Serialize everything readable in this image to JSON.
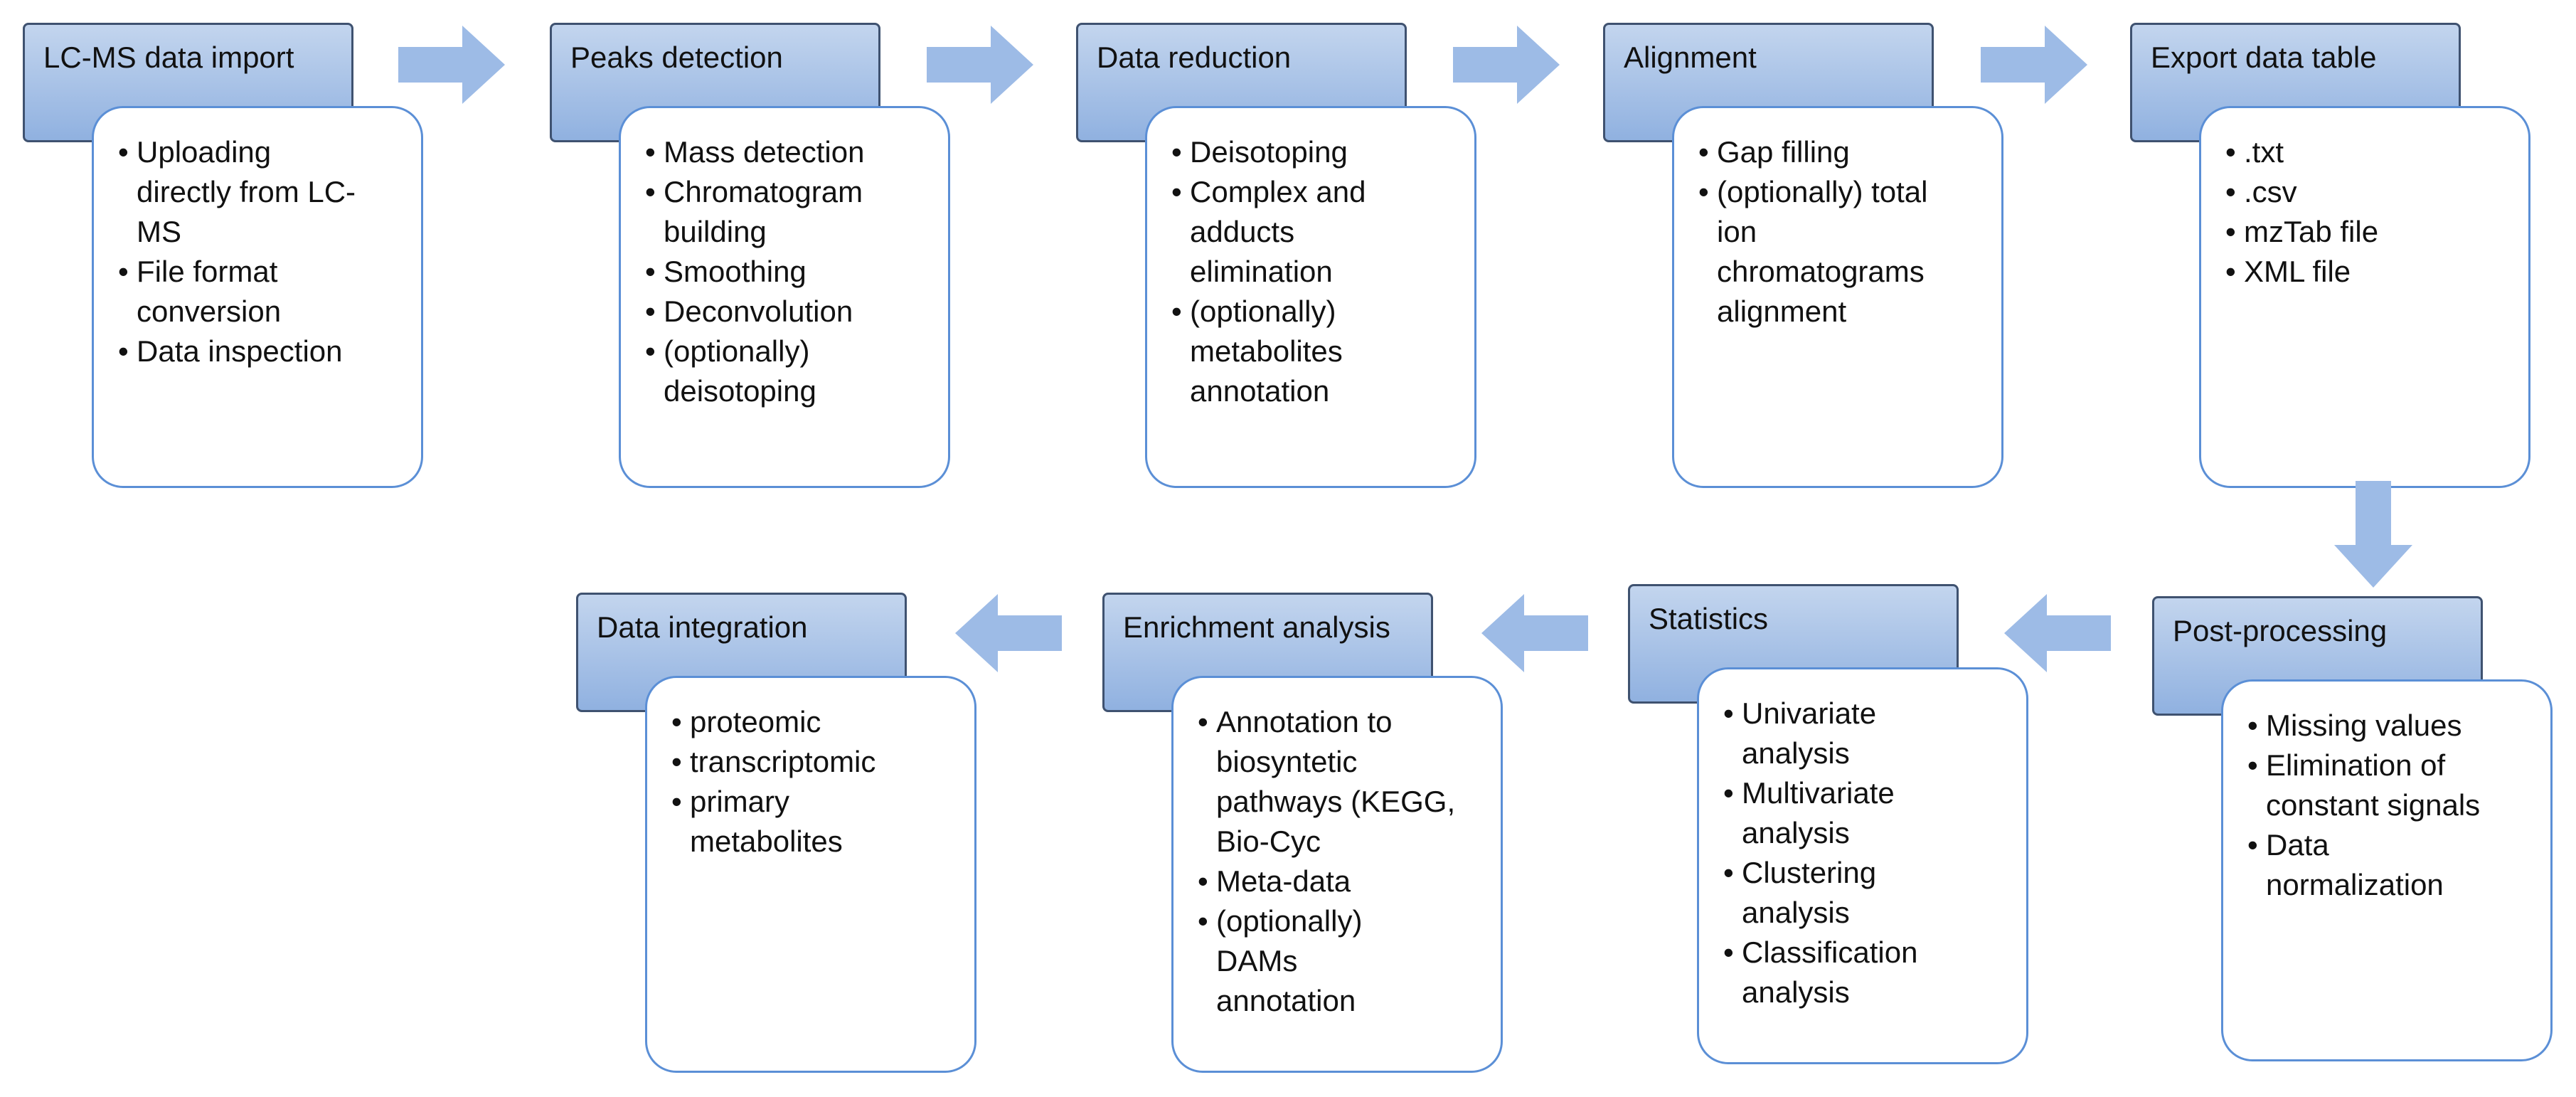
{
  "colors": {
    "title_fill_top": "#c3d5ee",
    "title_fill_bottom": "#90b1e0",
    "title_border": "#3f5270",
    "content_border": "#5b8fd6",
    "arrow_fill": "#9dbbe6"
  },
  "steps": [
    {
      "title": "LC-MS data import",
      "items": [
        [
          "Uploading",
          "directly from LC-",
          "MS"
        ],
        [
          "File format",
          "conversion"
        ],
        [
          "Data inspection"
        ]
      ]
    },
    {
      "title": "Peaks detection",
      "items": [
        [
          "Mass detection"
        ],
        [
          "Chromatogram",
          "building"
        ],
        [
          "Smoothing"
        ],
        [
          "Deconvolution"
        ],
        [
          "(optionally)",
          "deisotoping"
        ]
      ]
    },
    {
      "title": "Data reduction",
      "items": [
        [
          "Deisotoping"
        ],
        [
          "Complex and",
          "adducts",
          "elimination"
        ],
        [
          "(optionally)",
          "metabolites",
          "annotation"
        ]
      ]
    },
    {
      "title": "Alignment",
      "items": [
        [
          "Gap filling"
        ],
        [
          "(optionally) total",
          "ion",
          "chromatograms",
          "alignment"
        ]
      ]
    },
    {
      "title": "Export data table",
      "items": [
        [
          ".txt"
        ],
        [
          ".csv"
        ],
        [
          "mzTab file"
        ],
        [
          "XML file"
        ]
      ]
    },
    {
      "title": "Post-processing",
      "items": [
        [
          "Missing values"
        ],
        [
          "Elimination of",
          "constant signals"
        ],
        [
          "Data",
          "normalization"
        ]
      ]
    },
    {
      "title": "Statistics",
      "items": [
        [
          "Univariate",
          "analysis"
        ],
        [
          "Multivariate",
          "analysis"
        ],
        [
          "Clustering",
          "analysis"
        ],
        [
          "Classification",
          "analysis"
        ]
      ]
    },
    {
      "title": "Enrichment analysis",
      "items": [
        [
          "Annotation to",
          "biosyntetic",
          "pathways (KEGG,",
          "Bio-Cyc"
        ],
        [
          "Meta-data"
        ],
        [
          "(optionally)",
          "DAMs",
          "annotation"
        ]
      ]
    },
    {
      "title": "Data integration",
      "items": [
        [
          "proteomic"
        ],
        [
          "transcriptomic"
        ],
        [
          "primary",
          "metabolites"
        ]
      ]
    }
  ]
}
